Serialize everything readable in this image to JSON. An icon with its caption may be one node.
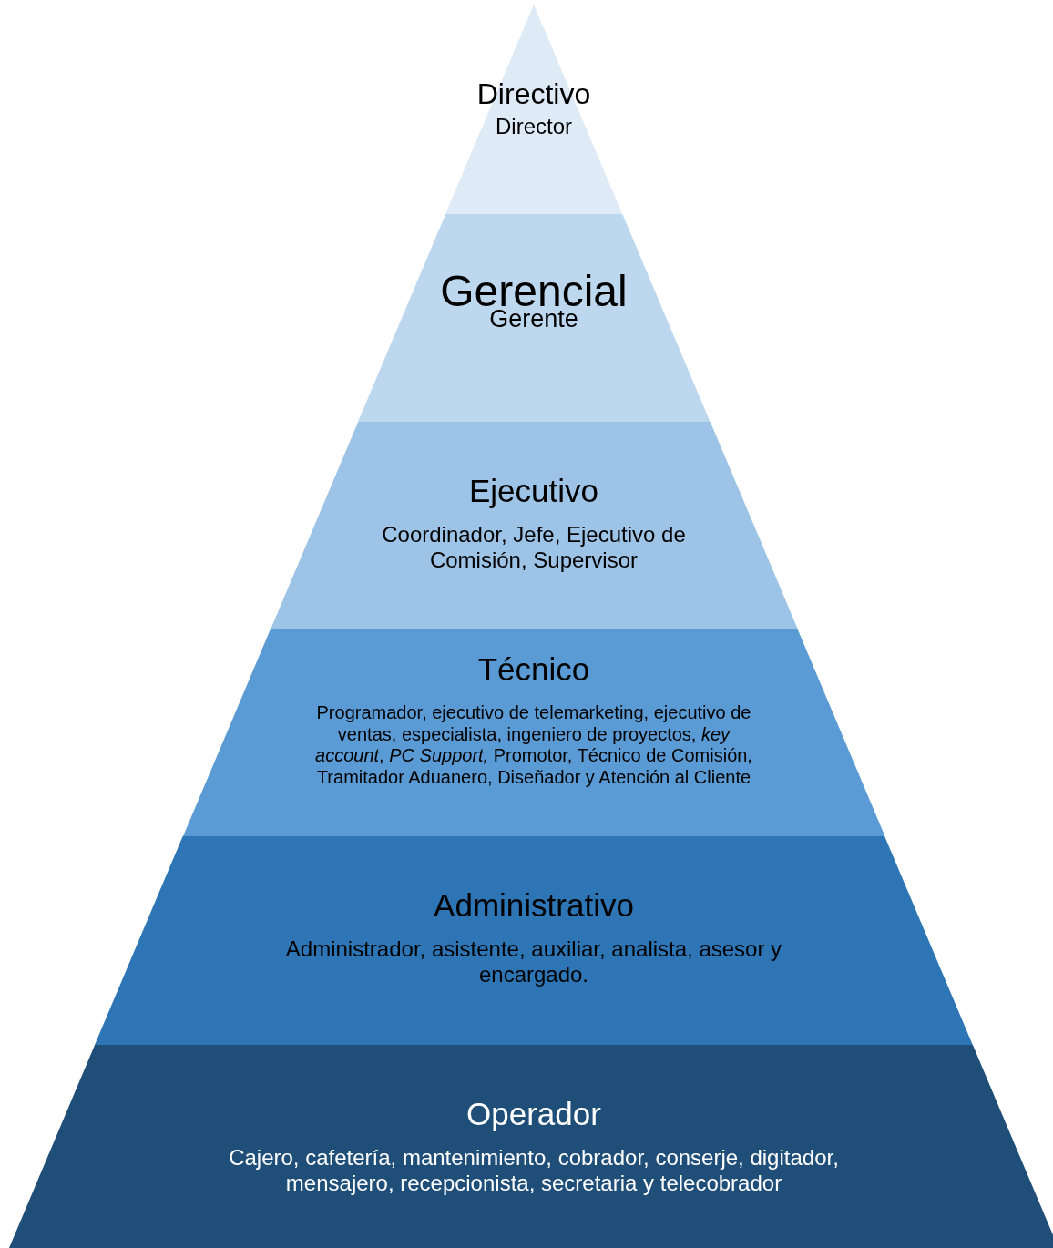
{
  "diagram": {
    "nodes": [
      {
        "text": [
          "Directivo",
          "Director"
        ]
      },
      {
        "text": [
          "Gerencial",
          "Gerente"
        ]
      },
      {
        "text": [
          "Ejecutivo",
          "Coordinador, Jefe, Ejecutivo de Comisión, Supervisor"
        ]
      },
      {
        "text": [
          "Técnico",
          "Programador, ejecutivo de telemarketing, ejecutivo de ventas, especialista, ingeniero de proyectos, *key account*, *PC Support,* Promotor, Técnico de Comisión, Tramitador Aduanero, Diseñador y Atención al Cliente"
        ]
      },
      {
        "text": [
          "Administrativo",
          "Administrador, asistente, auxiliar, analista, asesor y encargado."
        ]
      },
      {
        "text": [
          "Operador",
          "Cajero, cafetería, mantenimiento, cobrador, conserje, digitador, mensajero, recepcionista, secretaria y telecobrador"
        ]
      }
    ]
  }
}
